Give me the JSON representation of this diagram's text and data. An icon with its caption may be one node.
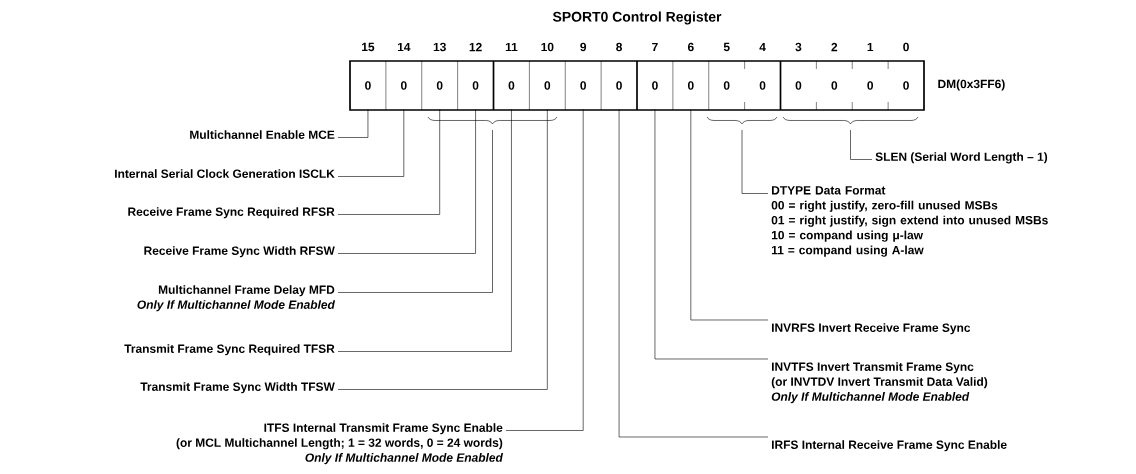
{
  "diagram": {
    "title": "SPORT0 Control Register",
    "nodes": [
      {
        "text": [
          "0"
        ]
      },
      {
        "text": [
          "0"
        ]
      },
      {
        "text": [
          "0"
        ]
      },
      {
        "text": [
          "0"
        ]
      },
      {
        "text": [
          "0"
        ]
      },
      {
        "text": [
          "0"
        ]
      },
      {
        "text": [
          "0"
        ]
      },
      {
        "text": [
          "0"
        ]
      },
      {
        "text": [
          "0"
        ]
      },
      {
        "text": [
          "0"
        ]
      },
      {
        "text": [
          "0"
        ]
      },
      {
        "text": [
          "0"
        ]
      },
      {
        "text": [
          "0"
        ]
      },
      {
        "text": [
          "0"
        ]
      },
      {
        "text": [
          "0"
        ]
      },
      {
        "text": [
          "0"
        ]
      },
      {
        "text": [
          "Multichannel Enable MCE"
        ]
      },
      {
        "text": [
          "Internal Serial Clock Generation ISCLK"
        ]
      },
      {
        "text": [
          "Receive Frame Sync Required  RFSR"
        ]
      },
      {
        "text": [
          "Receive Frame Sync Width  RFSW"
        ]
      },
      {
        "text": [
          "Multichannel Frame Delay MFD",
          "Only If Multichannel Mode Enabled"
        ]
      },
      {
        "text": [
          "Transmit Frame Sync Required  TFSR"
        ]
      },
      {
        "text": [
          "Transmit Frame Sync Width  TFSW"
        ]
      },
      {
        "text": [
          "ITFS  Internal Transmit Frame Sync Enable",
          "(or MCL Multichannel Length; 1 = 32 words, 0 = 24 words)",
          "Only If Multichannel Mode Enabled"
        ]
      },
      {
        "text": [
          "SLEN  (Serial Word Length – 1)"
        ]
      },
      {
        "text": [
          "DTYPE  Data Format",
          "00 = right justify, zero-fill unused MSBs",
          "01 = right justify, sign extend into unused MSBs",
          "10 = compand using μ-law",
          "11 = compand using A-law"
        ]
      },
      {
        "text": [
          "INVRFS  Invert Receive Frame Sync"
        ]
      },
      {
        "text": [
          "INVTFS Invert Transmit Frame Sync",
          "(or INVTDV Invert Transmit Data Valid)",
          "Only If Multichannel Mode Enabled"
        ]
      },
      {
        "text": [
          "IRFS  Internal Receive Frame Sync Enable"
        ]
      }
    ],
    "edges": [
      {
        "from": 16,
        "to": 0,
        "arrow": "none"
      },
      {
        "from": 17,
        "to": 1,
        "arrow": "none"
      },
      {
        "from": 18,
        "to": 2,
        "arrow": "none"
      },
      {
        "from": 19,
        "to": 3,
        "arrow": "none"
      },
      {
        "from": 20,
        "to": null,
        "arrow": "none"
      },
      {
        "from": 21,
        "to": 4,
        "arrow": "none"
      },
      {
        "from": 22,
        "to": 5,
        "arrow": "none"
      },
      {
        "from": 23,
        "to": 6,
        "arrow": "none"
      },
      {
        "from": 24,
        "to": null,
        "arrow": "none"
      },
      {
        "from": 25,
        "to": null,
        "arrow": "none"
      },
      {
        "from": 26,
        "to": 9,
        "arrow": "none"
      },
      {
        "from": 27,
        "to": 8,
        "arrow": "none"
      },
      {
        "from": 28,
        "to": 7,
        "arrow": "none"
      }
    ],
    "labels": [
      "15",
      "14",
      "13",
      "12",
      "11",
      "10",
      "9",
      "8",
      "7",
      "6",
      "5",
      "4",
      "3",
      "2",
      "1",
      "0",
      "DM(0x3FF6)"
    ]
  }
}
